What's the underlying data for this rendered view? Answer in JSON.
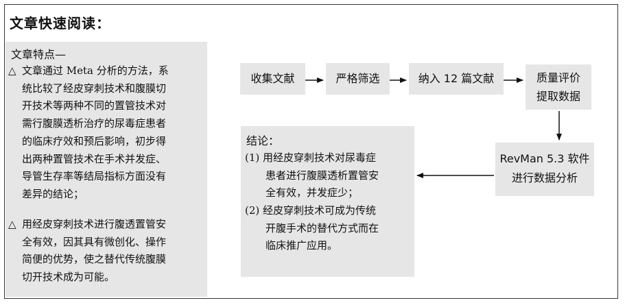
{
  "title": "文章快速阅读：",
  "features": {
    "heading": "文章特点—",
    "items": [
      {
        "marker": "△",
        "lines": [
          "文章通过 Meta 分析的方法，系",
          "统比较了经皮穿刺技术和腹膜切",
          "开技术等两种不同的置管技术对",
          "需行腹膜透析治疗的尿毒症患者",
          "的临床疗效和预后影响，初步得",
          "出两种置管技术在手术并发症、",
          "导管生存率等结局指标方面没有",
          "差异的结论；"
        ]
      },
      {
        "marker": "△",
        "lines": [
          "用经皮穿刺技术进行腹透置管安",
          "全有效，因其具有微创化、操作",
          "简便的优势，使之替代传统腹膜",
          "切开技术成为可能。"
        ]
      }
    ]
  },
  "flow": {
    "steps": [
      "收集文献",
      "严格筛选",
      "纳入 12 篇文献",
      "质量评价",
      "提取数据",
      "RevMan 5.3 软件",
      "进行数据分析"
    ]
  },
  "conclusion": {
    "title": "结论：",
    "items": [
      {
        "lines": [
          "(1) 用经皮穿刺技术对尿毒症",
          "患者进行腹膜透析置管安",
          "全有效，并发症少；"
        ]
      },
      {
        "lines": [
          "(2) 经皮穿刺技术可成为传统",
          "开腹手术的替代方式而在",
          "临床推广应用。"
        ]
      }
    ]
  }
}
